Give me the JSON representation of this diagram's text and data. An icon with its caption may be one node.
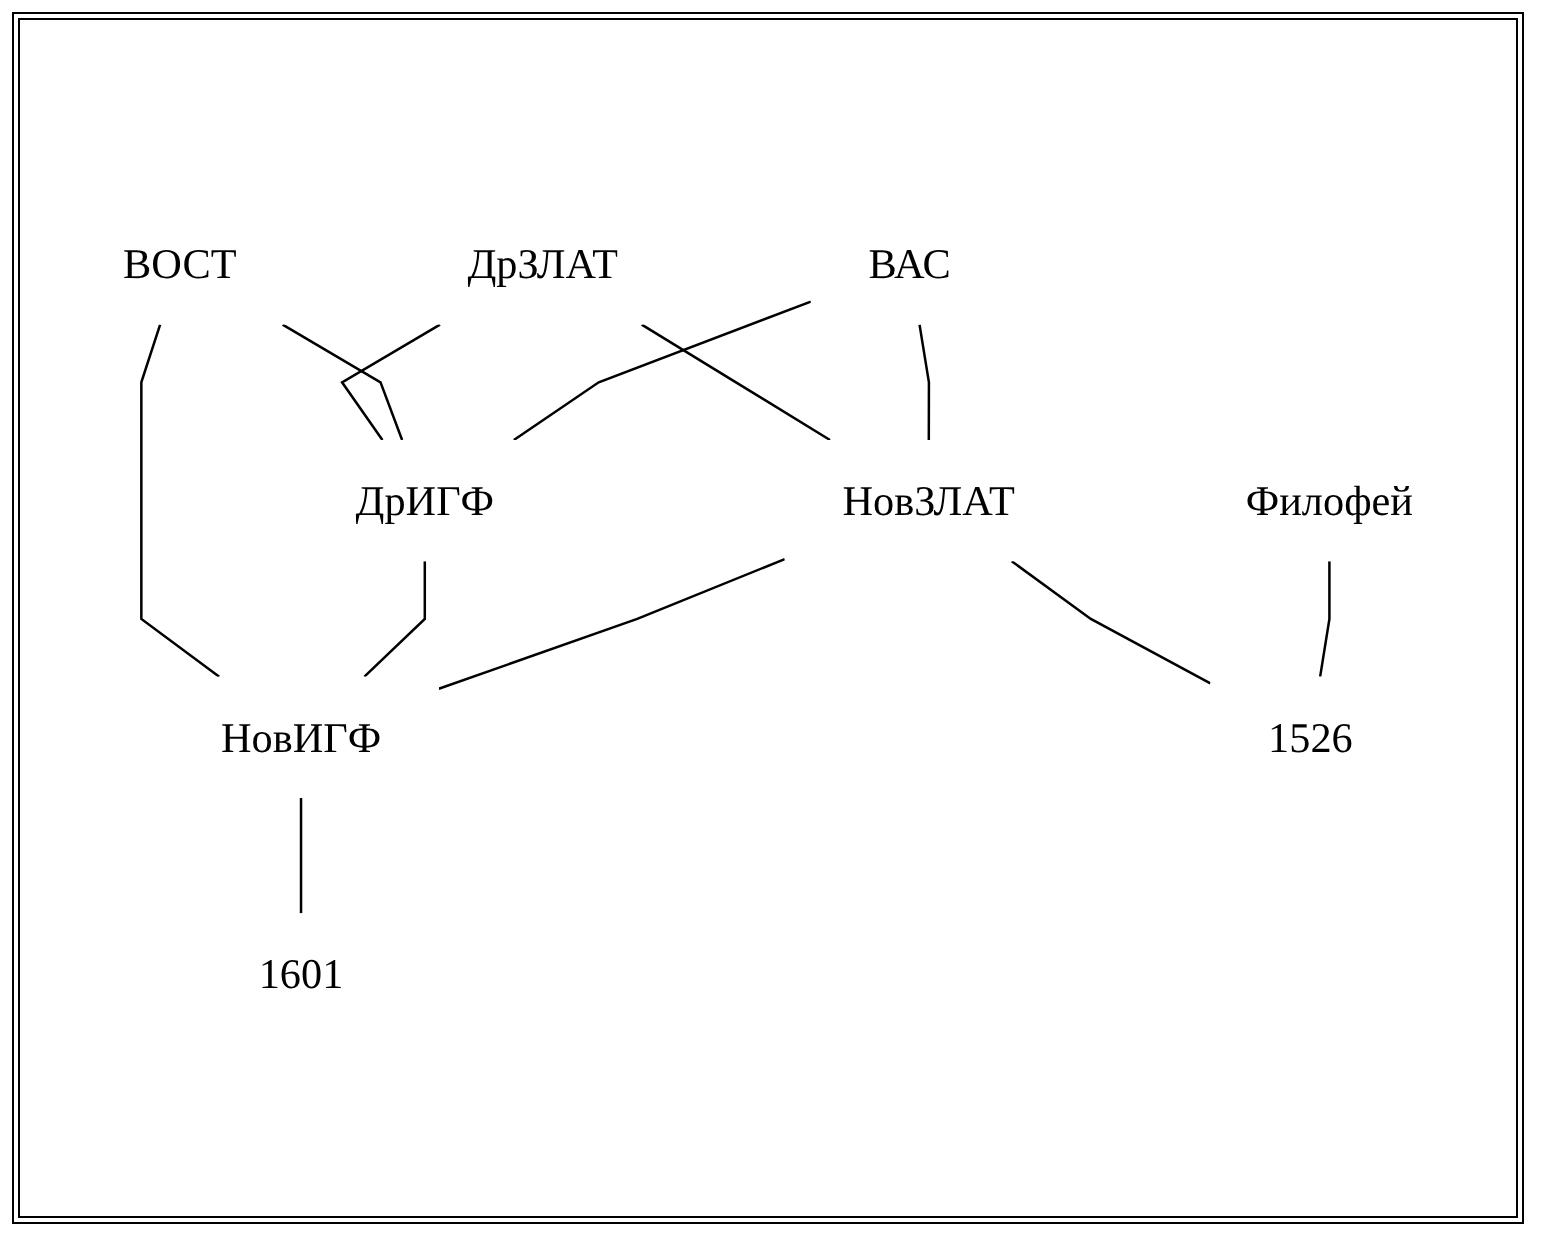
{
  "diagram": {
    "nodes": [
      {
        "text": [
          "ДрЗЛАТ"
        ]
      },
      {
        "text": [
          "ВОСТ"
        ]
      },
      {
        "text": [
          "ВАС"
        ]
      },
      {
        "text": [
          "ДрИГФ"
        ]
      },
      {
        "text": [
          "НовЗЛАТ"
        ]
      },
      {
        "text": [
          "НовИГФ"
        ]
      },
      {
        "text": [
          "Филофей"
        ]
      },
      {
        "text": [
          "1526"
        ]
      },
      {
        "text": [
          "1601"
        ]
      }
    ],
    "edges": [
      {
        "from": 0,
        "to": 4,
        "arrow": "none"
      },
      {
        "from": 0,
        "to": 3,
        "arrow": "none"
      },
      {
        "from": 1,
        "to": 3,
        "arrow": "none"
      },
      {
        "from": 1,
        "to": 5,
        "arrow": "none"
      },
      {
        "from": 2,
        "to": 3,
        "arrow": "none"
      },
      {
        "from": 2,
        "to": 4,
        "arrow": "none"
      },
      {
        "from": 3,
        "to": 5,
        "arrow": "none"
      },
      {
        "from": 4,
        "to": 5,
        "arrow": "none"
      },
      {
        "from": 4,
        "to": 7,
        "arrow": "none"
      },
      {
        "from": 6,
        "to": 7,
        "arrow": "none"
      },
      {
        "from": 5,
        "to": 8,
        "arrow": "none"
      }
    ]
  }
}
